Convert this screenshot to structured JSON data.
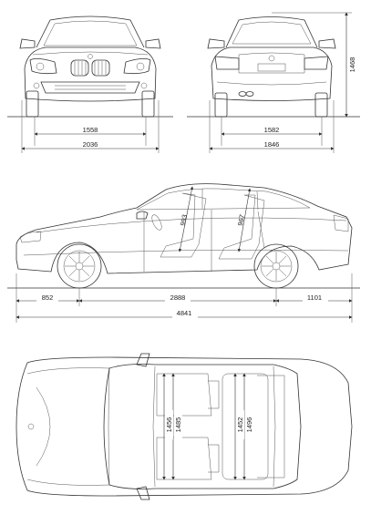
{
  "drawing": {
    "front_view": {
      "track_width": "1558",
      "overall_width": "2036"
    },
    "rear_view": {
      "height": "1468",
      "track_width": "1582",
      "overall_width": "1846"
    },
    "side_view": {
      "front_headroom": "993",
      "rear_headroom": "967",
      "front_overhang": "852",
      "wheelbase": "2888",
      "rear_overhang": "1101",
      "overall_length": "4841"
    },
    "top_view": {
      "front_shoulder_width": "1456",
      "front_elbow_width": "1485",
      "rear_shoulder_width": "1452",
      "rear_elbow_width": "1496"
    }
  }
}
